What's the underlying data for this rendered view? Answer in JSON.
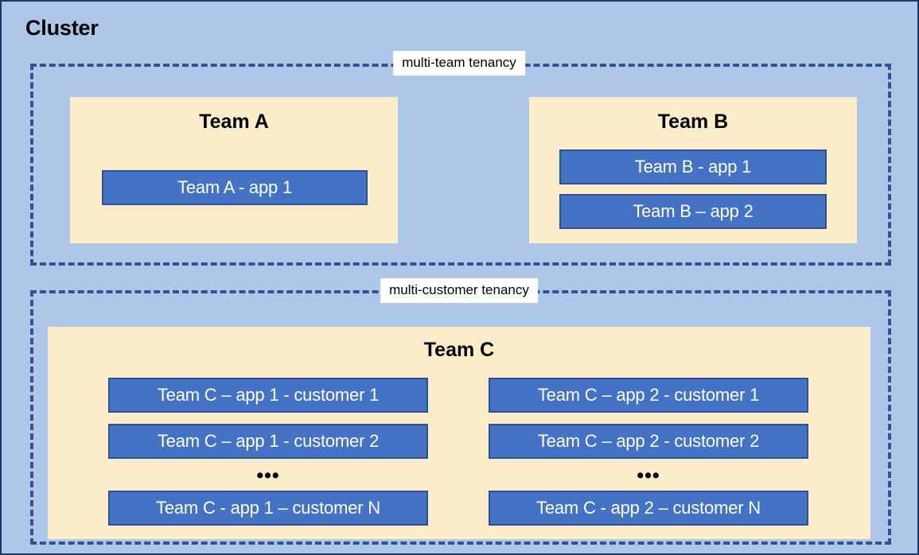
{
  "diagram": {
    "title": "Cluster",
    "colors": {
      "cluster_background": "#aec6e8",
      "cluster_border": "#1f3864",
      "tenancy_dash": "#31538f",
      "team_box_fill": "#fcecc9",
      "app_box_fill": "#4472c4",
      "app_box_border": "#2e528f",
      "app_box_text": "#ffffff",
      "label_background": "#ffffff",
      "title_text": "#000000"
    },
    "groups": [
      {
        "id": "multi-team",
        "label": "multi-team tenancy",
        "teams": [
          {
            "id": "team-a",
            "title": "Team A",
            "apps": [
              {
                "id": "teama-app1",
                "label": "Team A - app 1"
              }
            ]
          },
          {
            "id": "team-b",
            "title": "Team B",
            "apps": [
              {
                "id": "teamb-app1",
                "label": "Team B - app 1"
              },
              {
                "id": "teamb-app2",
                "label": "Team B – app 2"
              }
            ]
          }
        ]
      },
      {
        "id": "multi-customer",
        "label": "multi-customer tenancy",
        "teams": [
          {
            "id": "team-c",
            "title": "Team C",
            "columns": [
              {
                "id": "team-c-app-1",
                "ellipsis": "•••",
                "apps": [
                  {
                    "id": "teamc-a1c1",
                    "label": "Team C – app 1 - customer 1"
                  },
                  {
                    "id": "teamc-a1c2",
                    "label": "Team C – app 1 - customer 2"
                  },
                  {
                    "id": "teamc-a1cN",
                    "label": "Team C - app 1 – customer N"
                  }
                ]
              },
              {
                "id": "team-c-app-2",
                "ellipsis": "•••",
                "apps": [
                  {
                    "id": "teamc-a2c1",
                    "label": "Team C – app 2 - customer 1"
                  },
                  {
                    "id": "teamc-a2c2",
                    "label": "Team C – app 2 - customer 2"
                  },
                  {
                    "id": "teamc-a2cN",
                    "label": "Team C - app 2 – customer N"
                  }
                ]
              }
            ]
          }
        ]
      }
    ]
  }
}
